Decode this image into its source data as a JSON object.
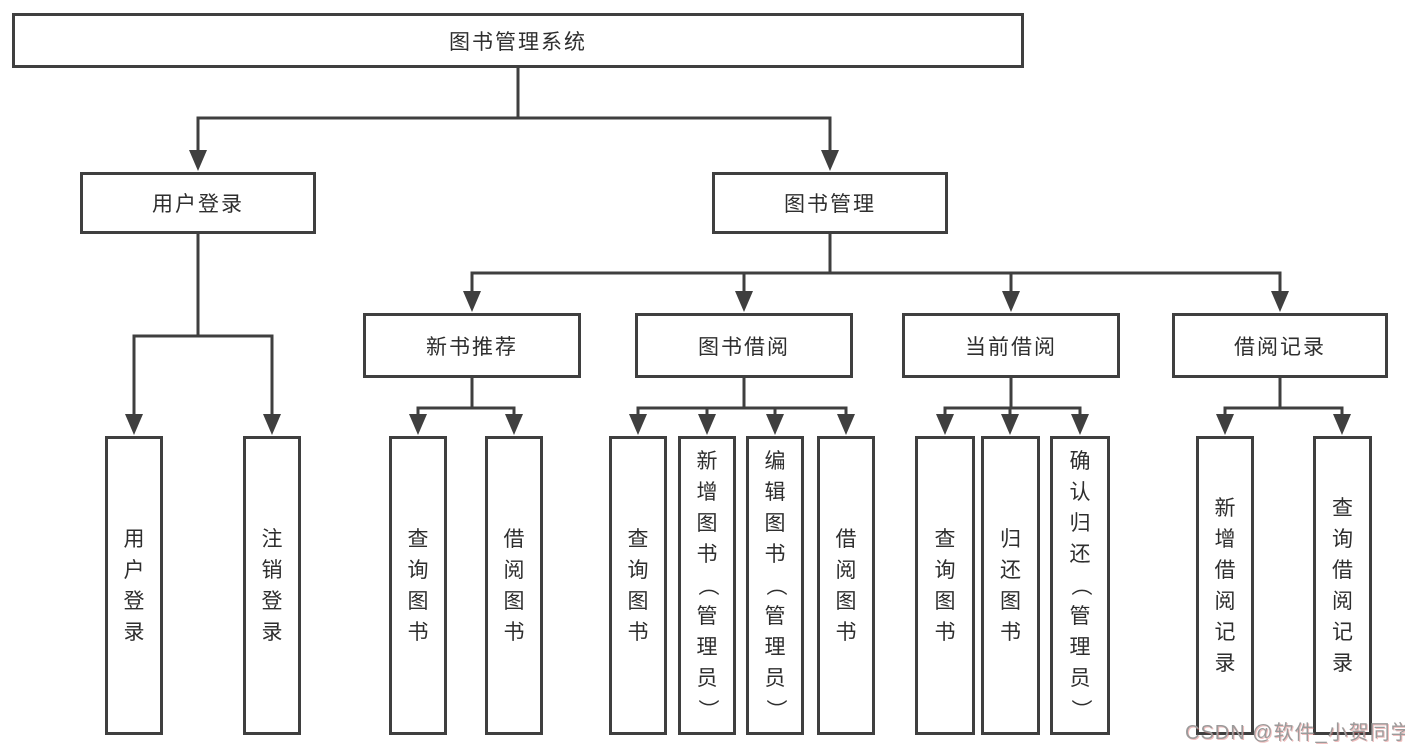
{
  "page": {
    "background": "#ffffff"
  },
  "colors": {
    "line": "#3f3f3f",
    "box_border": "#3f3f3f",
    "box_fill": "#ffffff",
    "text": "#2e2e2e",
    "watermark_text": "#9b9b9b",
    "watermark_accent": "#de6e6e"
  },
  "tree": {
    "label": "图书管理系统",
    "children": [
      {
        "label": "用户登录",
        "children": [
          {
            "label": "用户登录"
          },
          {
            "label": "注销登录"
          }
        ]
      },
      {
        "label": "图书管理",
        "children": [
          {
            "label": "新书推荐",
            "children": [
              {
                "label": "查询图书"
              },
              {
                "label": "借阅图书"
              }
            ]
          },
          {
            "label": "图书借阅",
            "children": [
              {
                "label": "查询图书"
              },
              {
                "label": "新增图书（管理员）"
              },
              {
                "label": "编辑图书（管理员）"
              },
              {
                "label": "借阅图书"
              }
            ]
          },
          {
            "label": "当前借阅",
            "children": [
              {
                "label": "查询图书"
              },
              {
                "label": "归还图书"
              },
              {
                "label": "确认归还（管理员）"
              }
            ]
          },
          {
            "label": "借阅记录",
            "children": [
              {
                "label": "新增借阅记录"
              },
              {
                "label": "查询借阅记录"
              }
            ]
          }
        ]
      }
    ]
  },
  "watermark": {
    "text": "CSDN @软件_小贺同学"
  }
}
